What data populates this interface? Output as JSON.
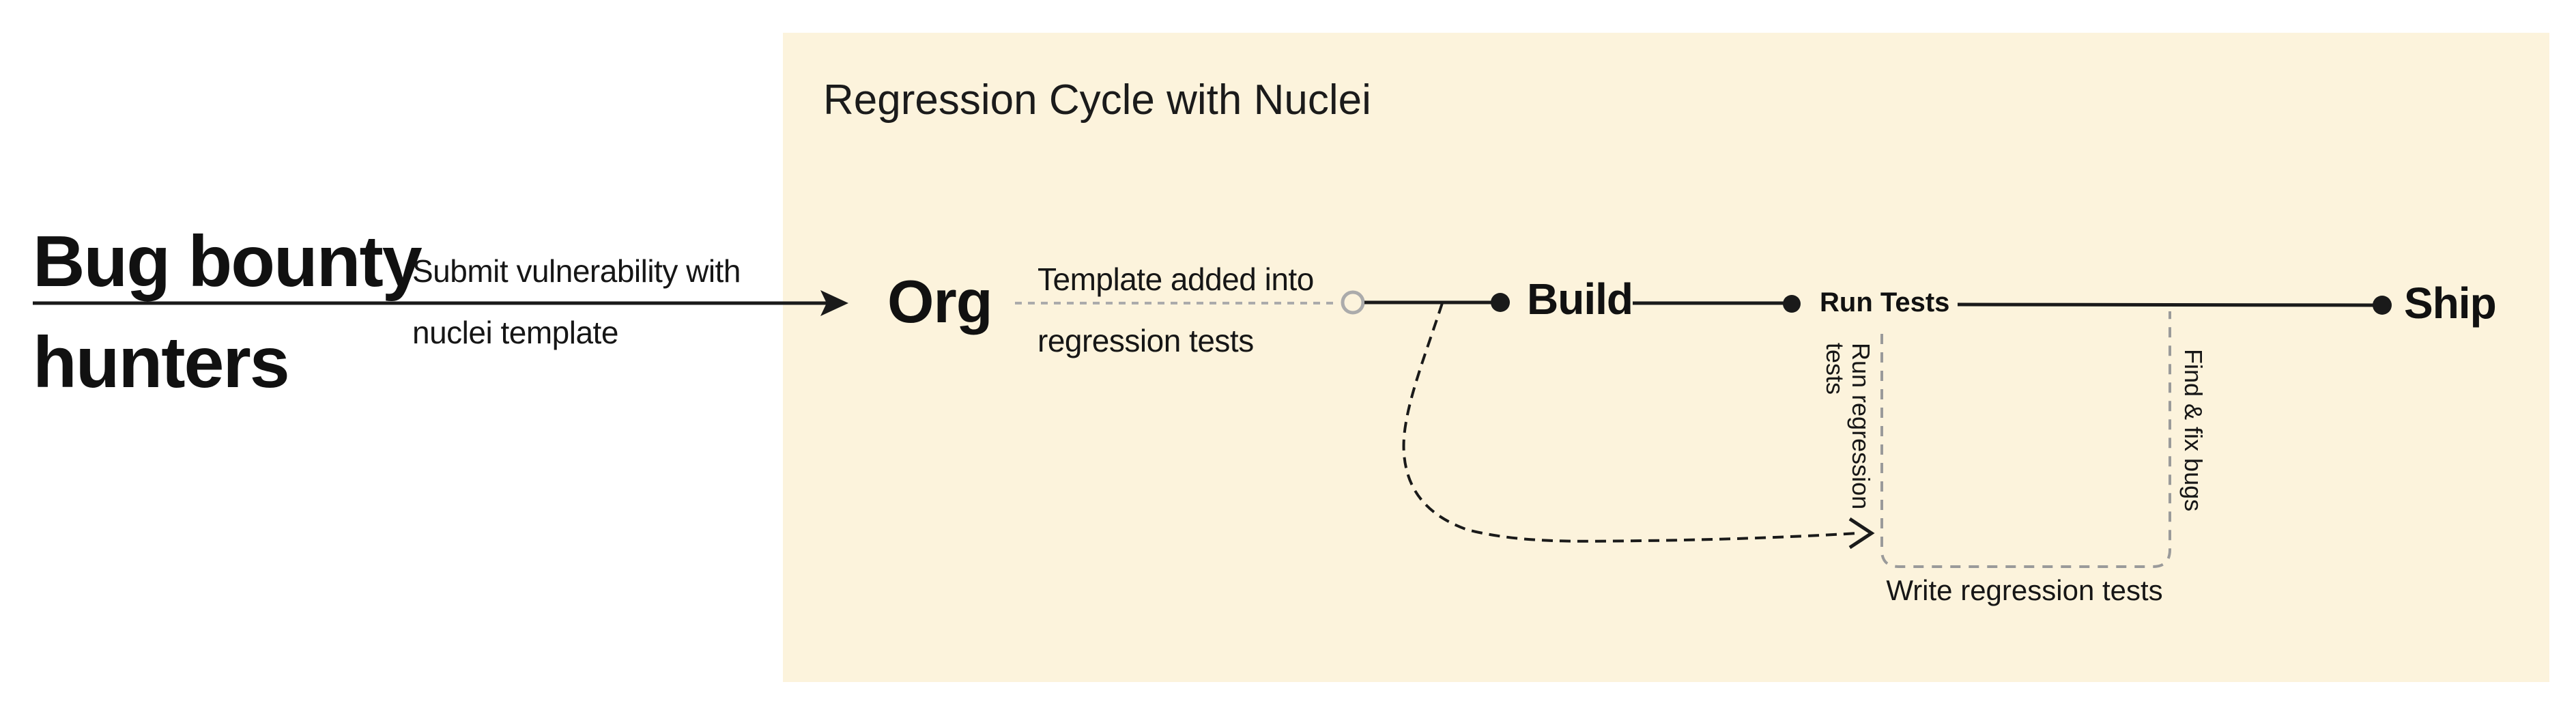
{
  "colors": {
    "background": "#FFFFFF",
    "panel_background": "#FCF3DC",
    "ink": "#1A1A1A",
    "template_dash_gray": "#ABABAB",
    "bracket_dash_gray": "#9A9A9A"
  },
  "panel": {
    "title": "Regression Cycle with Nuclei"
  },
  "left": {
    "actor": "Bug bounty\nhunters",
    "arrow_label_line1": "Submit vulnerability with",
    "arrow_label_line2": "nuclei template"
  },
  "flow": {
    "org": "Org",
    "template_label_line1": "Template added into",
    "template_label_line2": "regression tests",
    "build": "Build",
    "run_tests": "Run Tests",
    "ship": "Ship"
  },
  "loop": {
    "run_regression": "Run regression\ntests",
    "find_fix": "Find & fix bugs",
    "write_regression": "Write regression tests"
  }
}
